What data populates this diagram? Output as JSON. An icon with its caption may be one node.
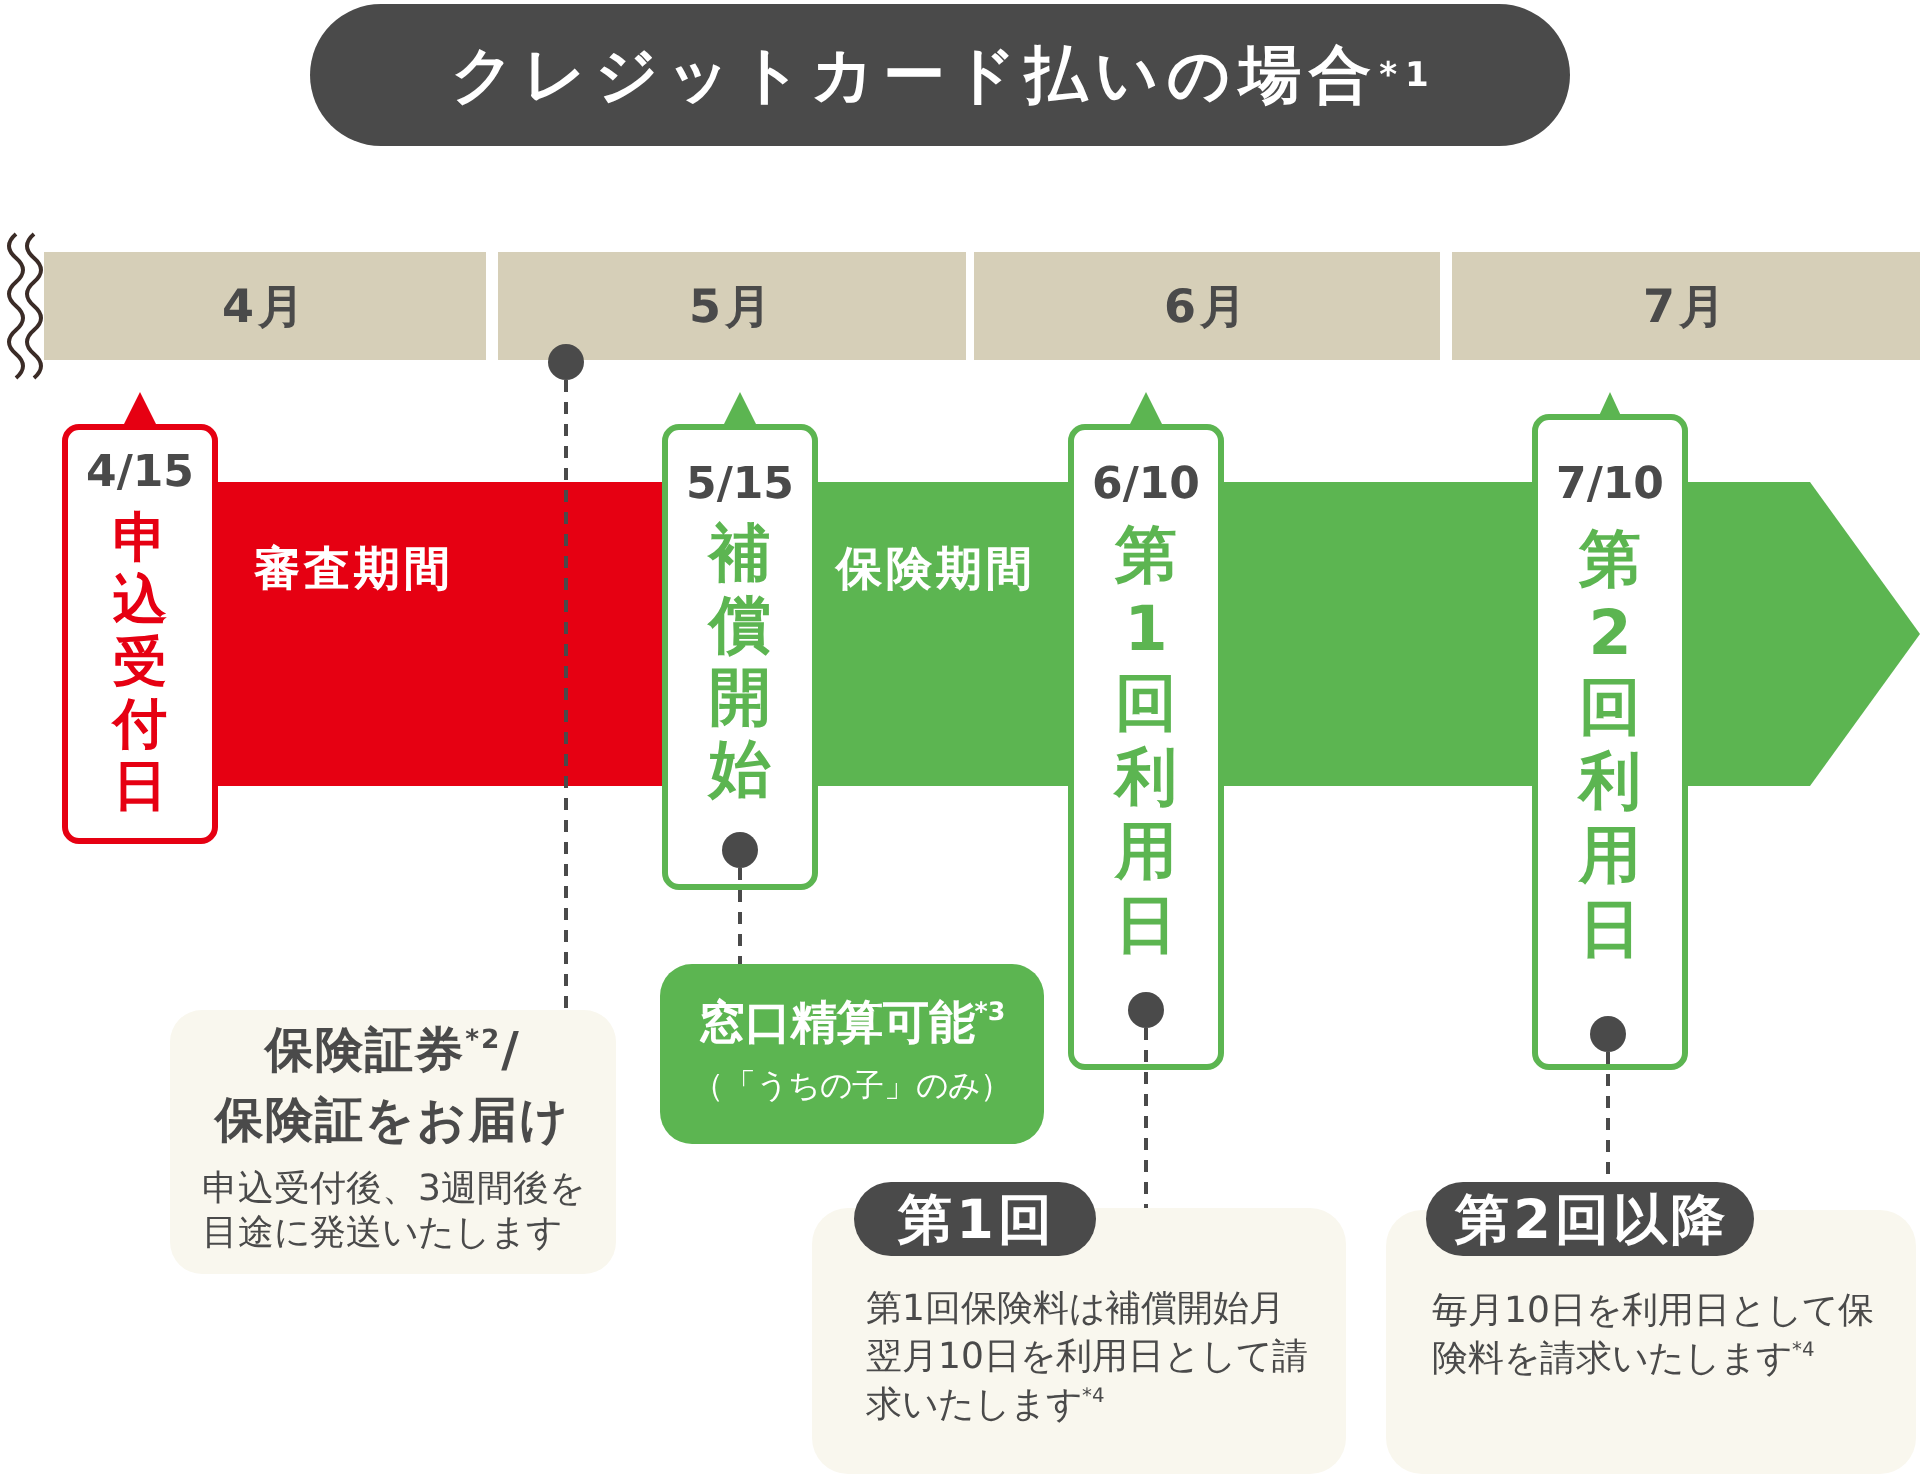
{
  "diagram": {
    "title": "クレジットカード払いの場合$^{*1}$",
    "nodes": [
      {
        "text": [
          "4月"
        ]
      },
      {
        "text": [
          "5月"
        ]
      },
      {
        "text": [
          "6月"
        ]
      },
      {
        "text": [
          "7月"
        ]
      },
      {
        "text": [],
        "shape": "circle"
      },
      {
        "text": [
          "4/15",
          "申込受付日"
        ]
      },
      {
        "text": [
          "審査期間"
        ]
      },
      {
        "text": [
          "5/15",
          "補償開始"
        ]
      },
      {
        "text": [],
        "shape": "circle",
        "in": 7
      },
      {
        "text": [
          "保険期間"
        ]
      },
      {
        "text": [
          "6/10",
          "第1回利用日"
        ]
      },
      {
        "text": [],
        "shape": "circle",
        "in": 10
      },
      {
        "text": [
          "7/10",
          "第2回利用日"
        ]
      },
      {
        "text": [],
        "shape": "circle",
        "in": 12
      },
      {
        "text": [
          "保険証券$^{*2}$/保険証をお届け",
          "申込受付後、3週間後を目途に発送いたします"
        ]
      },
      {
        "text": [
          "窓口精算可能$^{*3}$",
          "（「うちの子」のみ）"
        ]
      },
      {
        "text": [
          "第1回",
          "第1回保険料は補償開始月翌月10日を利用日として請求いたします$^{*4}$"
        ]
      },
      {
        "text": [
          "第2回以降",
          "毎月10日を利用日として保険料を請求いたします$^{*4}$"
        ]
      }
    ],
    "edges": [
      {
        "from": 4,
        "to": 14,
        "arrow": "none",
        "style": "dashed"
      },
      {
        "from": 8,
        "to": 15,
        "arrow": "none",
        "style": "dashed"
      },
      {
        "from": 11,
        "to": 16,
        "arrow": "none",
        "style": "dashed"
      },
      {
        "from": 13,
        "to": 17,
        "arrow": "none",
        "style": "dashed"
      }
    ]
  }
}
